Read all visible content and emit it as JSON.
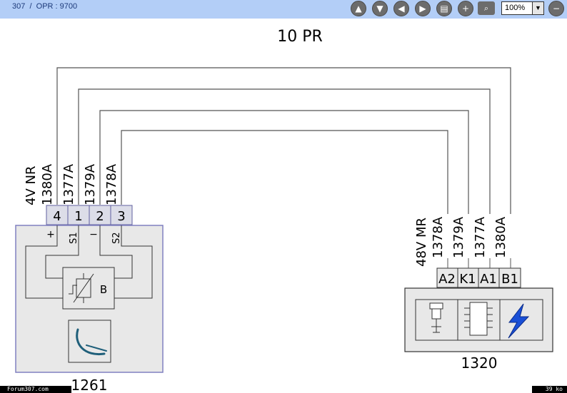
{
  "toolbar": {
    "breadcrumb": "307  /  OPR : 9700",
    "buttons": [
      {
        "name": "page-up-icon",
        "glyph": "▲"
      },
      {
        "name": "page-down-icon",
        "glyph": "▼"
      },
      {
        "name": "previous-icon",
        "glyph": "◀"
      },
      {
        "name": "next-icon",
        "glyph": "▶"
      },
      {
        "name": "print-icon",
        "glyph": "▤"
      },
      {
        "name": "zoom-in-icon",
        "glyph": "+"
      }
    ],
    "zoom_value": "100%",
    "zoom_out_glyph": "−"
  },
  "diagram": {
    "title": "10 PR",
    "left_connector": {
      "label": "4V NR",
      "wires": [
        "1380A",
        "1377A",
        "1379A",
        "1378A"
      ],
      "pins": [
        "4",
        "1",
        "2",
        "3"
      ],
      "terminal_labels": [
        "+",
        "S1",
        "−",
        "S2"
      ],
      "component_id": "1261",
      "inner_symbol_letter": "B"
    },
    "right_connector": {
      "label": "48V MR",
      "wires": [
        "1378A",
        "1379A",
        "1377A",
        "1380A"
      ],
      "pins": [
        "A2",
        "K1",
        "A1",
        "B1"
      ],
      "component_id": "1320"
    },
    "colors": {
      "wire": "#555555",
      "component_border_left": "#8080c0",
      "component_fill": "#e8e8e8",
      "pin_fill": "#dcdde8",
      "lightning": "#1a4fd6"
    }
  },
  "footer": {
    "left_text": "Forum307.com",
    "right_text": "39 ko"
  }
}
